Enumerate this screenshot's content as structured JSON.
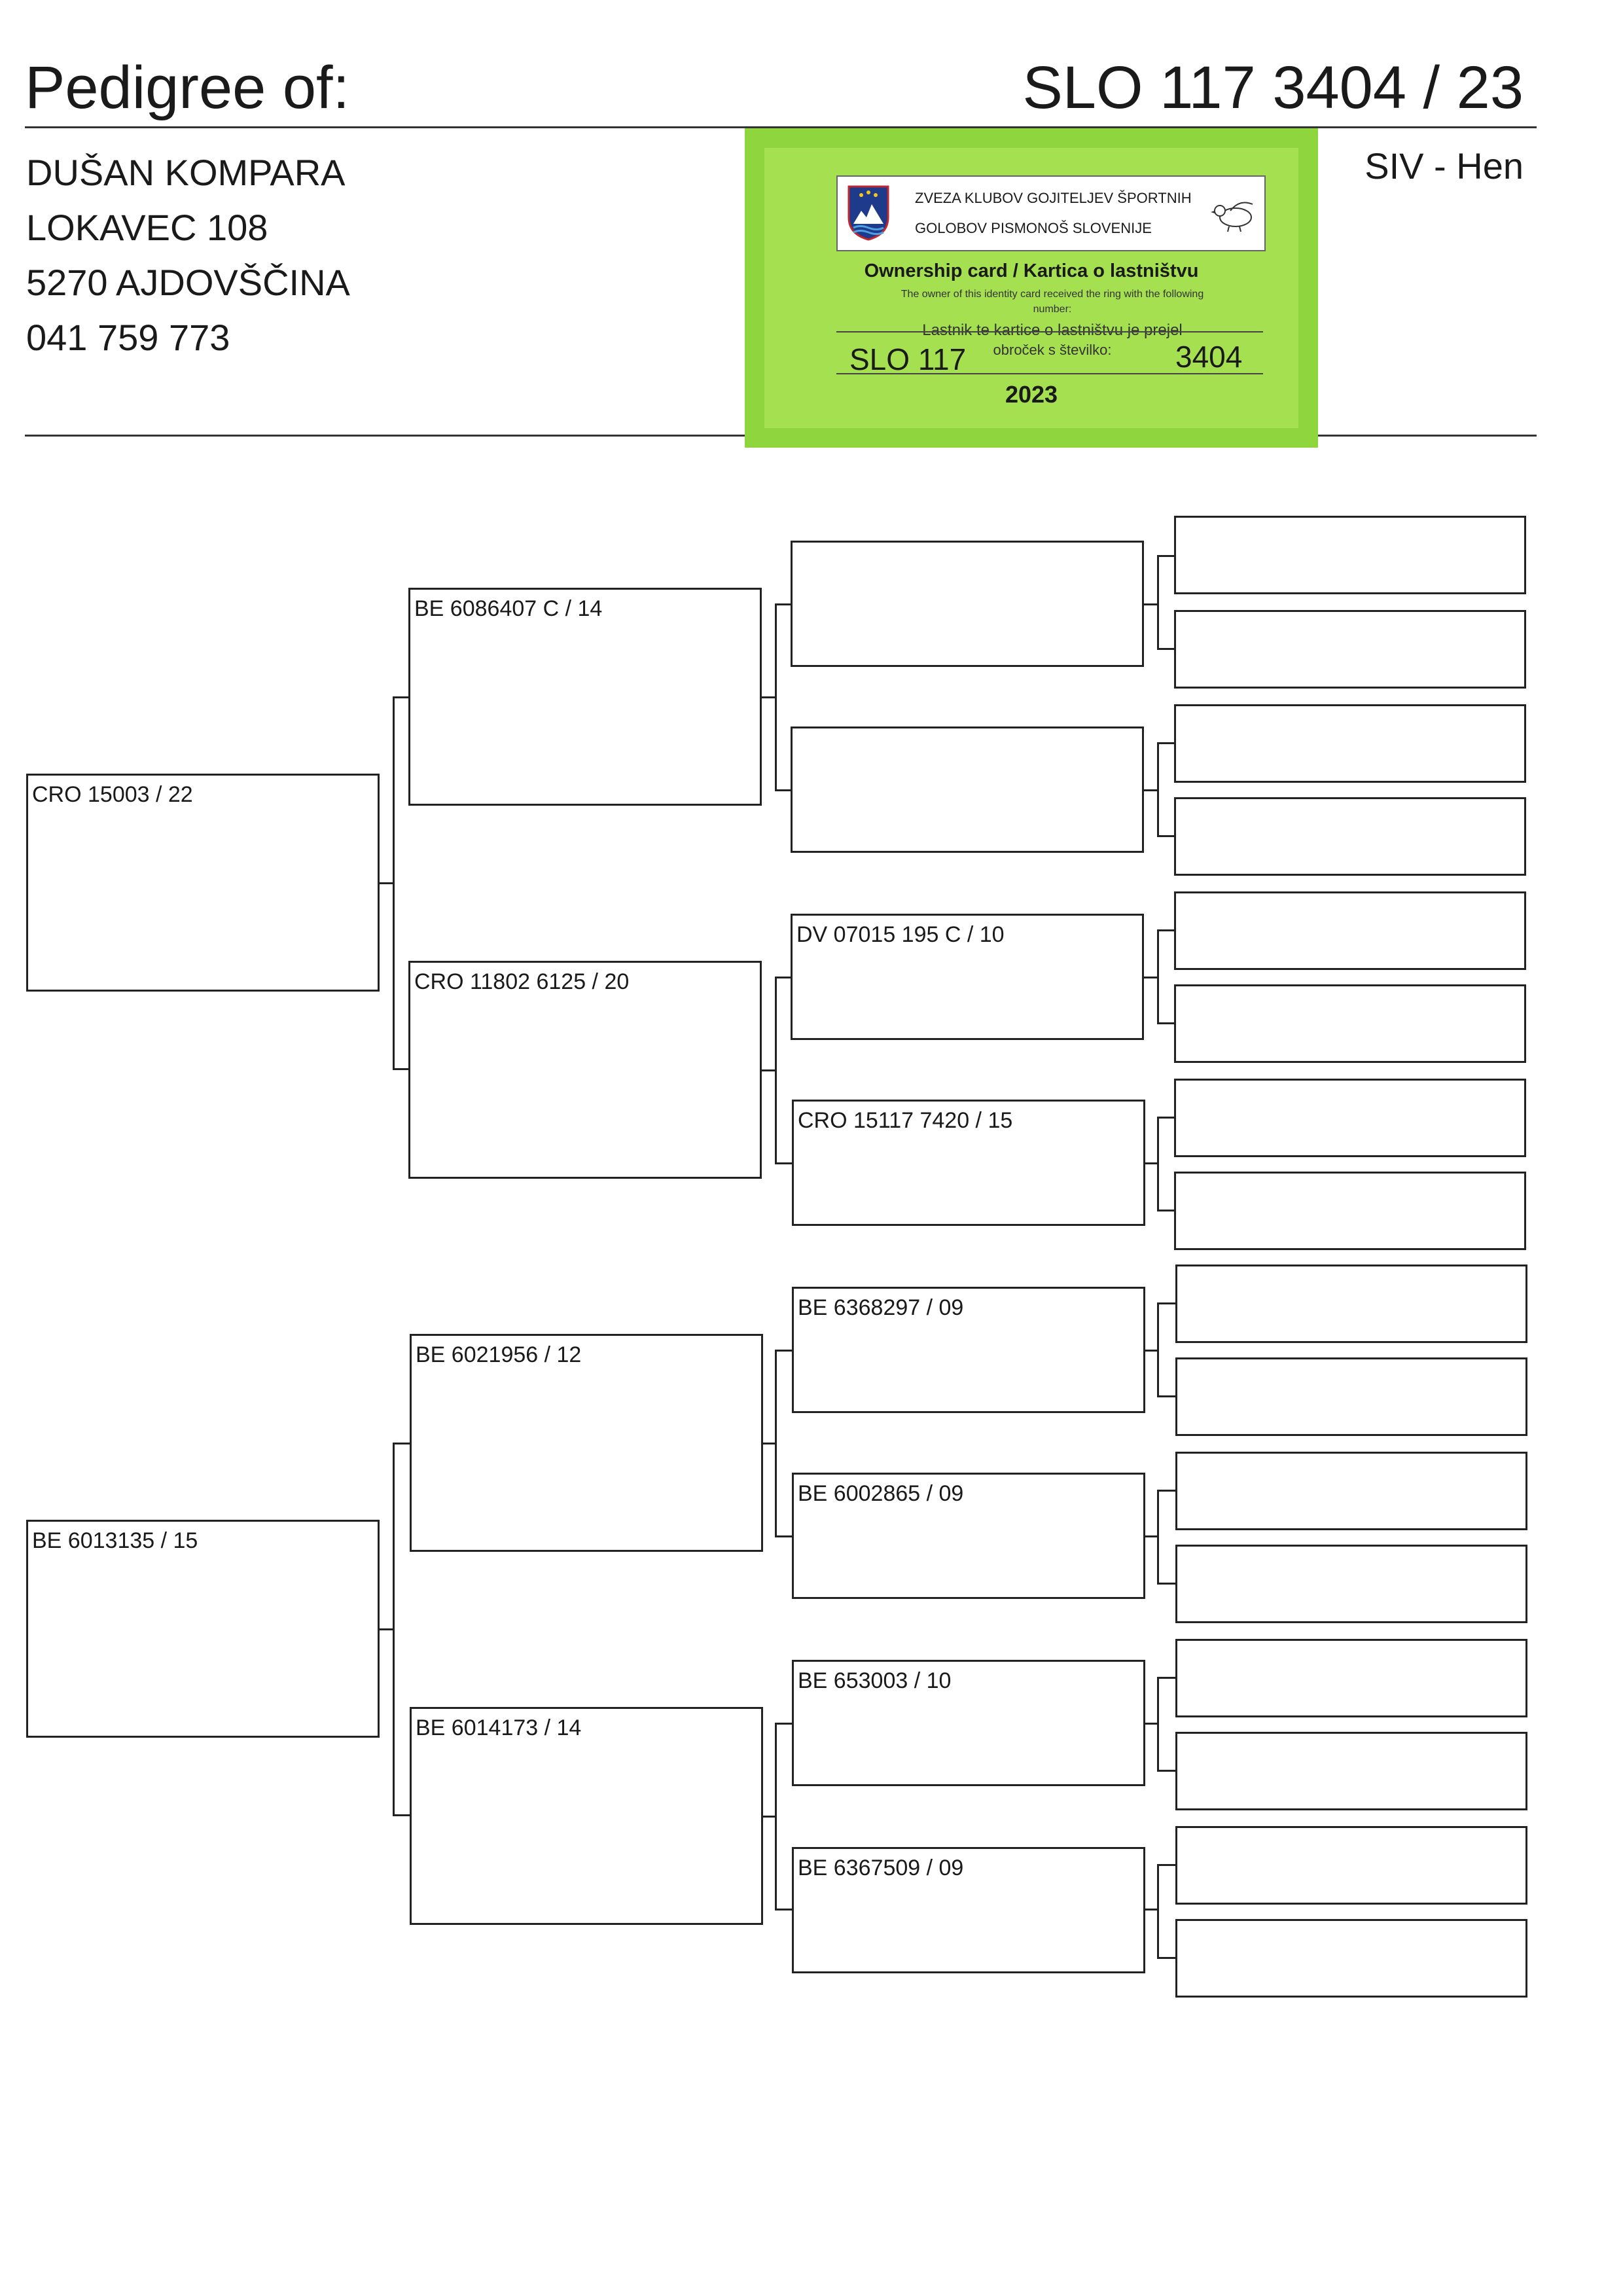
{
  "header": {
    "title": "Pedigree of:",
    "ring": "SLO 117 3404 / 23",
    "color_sex": "SIV - Hen"
  },
  "owner": {
    "name": "DUŠAN KOMPARA",
    "street": "LOKAVEC 108",
    "city": "5270 AJDOVŠČINA",
    "phone": "041 759 773"
  },
  "card": {
    "association_line1": "ZVEZA KLUBOV GOJITELJEV ŠPORTNIH",
    "association_line2": "GOLOBOV PISMONOŠ SLOVENIJE",
    "title": "Ownership card / Kartica o lastništvu",
    "english_text_1": "The owner of this identity card received the ring with the following",
    "english_text_2": "number:",
    "slovene_text_1": "Lastnik te kartice o lastništvu je prejel",
    "slovene_text_2": "obroček s številko:",
    "ring_prefix": "SLO 117",
    "ring_number": "3404",
    "year": "2023",
    "colors": {
      "outer": "#8fd63e",
      "inner": "#a4e050"
    },
    "icons": [
      "slovenia-shield-icon",
      "pigeon-logo-icon"
    ]
  },
  "pedigree": {
    "gen1": [
      "CRO 15003 / 22",
      "BE 6013135 / 15"
    ],
    "gen2": [
      "BE 6086407 C / 14",
      "CRO 11802 6125 / 20",
      "BE 6021956 / 12",
      "BE 6014173 / 14"
    ],
    "gen3": [
      "",
      "",
      "DV 07015 195 C / 10",
      "CRO 15117 7420 / 15",
      "BE 6368297 / 09",
      "BE 6002865 / 09",
      "BE 653003 / 10",
      "BE 6367509 / 09"
    ],
    "gen4": [
      "",
      "",
      "",
      "",
      "",
      "",
      "",
      "",
      "",
      "",
      "",
      "",
      "",
      "",
      "",
      ""
    ]
  }
}
